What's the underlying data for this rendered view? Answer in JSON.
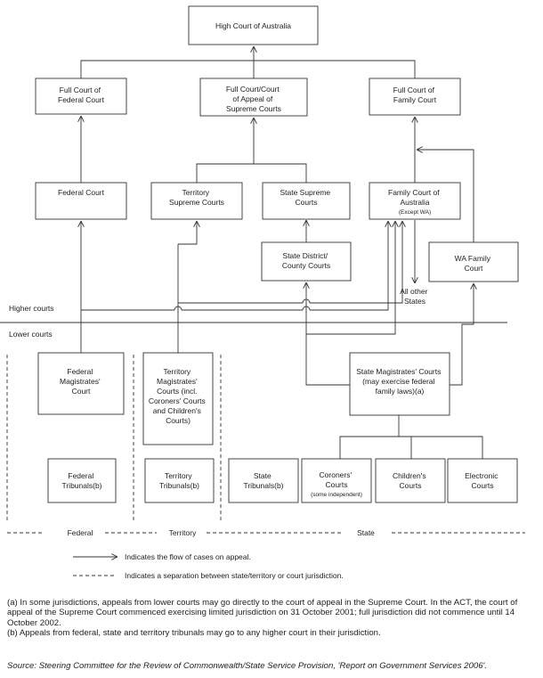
{
  "boxes": {
    "high_court": [
      "High Court of Australia"
    ],
    "full_federal": [
      "Full Court of",
      "Federal Court"
    ],
    "full_supreme": [
      "Full Court/Court",
      "of Appeal of",
      "Supreme Courts"
    ],
    "full_family": [
      "Full Court of",
      "Family Court"
    ],
    "federal_court": [
      "Federal Court"
    ],
    "territory_supreme": [
      "Territory",
      "Supreme Courts"
    ],
    "state_supreme": [
      "State Supreme",
      "Courts"
    ],
    "family_court": [
      "Family Court of",
      "Australia"
    ],
    "family_court_note": "(Except WA)",
    "state_district": [
      "State District/",
      "County Courts"
    ],
    "wa_family": [
      "WA Family",
      "Court"
    ],
    "federal_magistrates": [
      "Federal",
      "Magistrates'",
      "Court"
    ],
    "territory_magistrates": [
      "Territory",
      "Magistrates'",
      "Courts (incl.",
      "Coroners' Courts",
      "and Children's",
      "Courts)"
    ],
    "state_magistrates": [
      "State Magistrates' Courts",
      "(may exercise federal",
      "family laws)(a)"
    ],
    "federal_tribunals": [
      "Federal",
      "Tribunals(b)"
    ],
    "territory_tribunals": [
      "Territory",
      "Tribunals(b)"
    ],
    "state_tribunals": [
      "State",
      "Tribunals(b)"
    ],
    "coroners": [
      "Coroners'",
      "Courts"
    ],
    "coroners_note": "(some independent)",
    "childrens": [
      "Children's",
      "Courts"
    ],
    "electronic": [
      "Electronic",
      "Courts"
    ]
  },
  "labels": {
    "all_other_states": [
      "All other",
      "States"
    ],
    "higher_courts": "Higher courts",
    "lower_courts": "Lower courts",
    "federal": "Federal",
    "territory": "Territory",
    "state": "State"
  },
  "legend": {
    "appeal": "Indicates the flow of cases on appeal.",
    "separation": "Indicates a separation between state/territory or court jurisdiction."
  },
  "notes": {
    "a": "(a) In some jurisdictions, appeals from lower courts may go directly to the court of appeal in the Supreme Court. In the ACT, the court of appeal of the Supreme Court commenced exercising limited jurisdiction on 31 October 2001; full jurisdiction did not commence until 14 October 2002.",
    "b": "(b) Appeals from federal, state and territory tribunals may go to any higher court in their jurisdiction."
  },
  "source": "Source: Steering Committee for the Review of Commonwealth/State Service Provision, 'Report on Government Services 2006'."
}
